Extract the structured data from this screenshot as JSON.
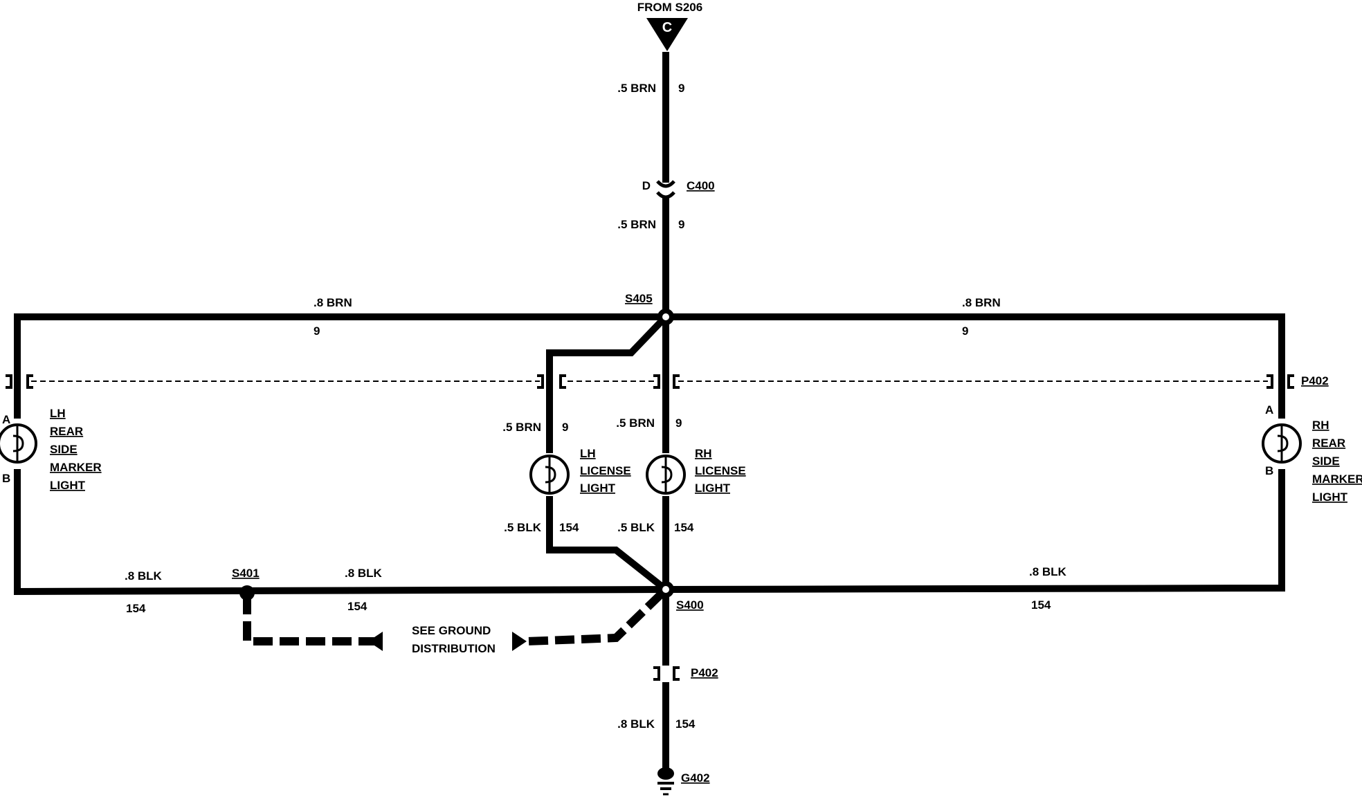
{
  "source": {
    "label": "FROM S206",
    "connector": "C"
  },
  "wires": {
    "feed_top": {
      "size": ".5 BRN",
      "circuit": "9"
    },
    "feed_mid": {
      "size": ".5 BRN",
      "circuit": "9"
    },
    "left_top": {
      "size": ".8  BRN",
      "circuit": "9"
    },
    "right_top": {
      "size": ".8  BRN",
      "circuit": "9"
    },
    "lh_license_feed": {
      "size": ".5 BRN",
      "circuit": "9"
    },
    "rh_license_feed": {
      "size": ".5 BRN",
      "circuit": "9"
    },
    "lh_license_gnd": {
      "size": ".5 BLK",
      "circuit": "154"
    },
    "rh_license_gnd": {
      "size": ".5 BLK",
      "circuit": "154"
    },
    "left_bottom_outer": {
      "size": ".8 BLK",
      "circuit": "154"
    },
    "left_bottom_inner": {
      "size": ".8 BLK",
      "circuit": "154"
    },
    "right_bottom": {
      "size": ".8 BLK",
      "circuit": "154"
    },
    "ground_feed": {
      "size": ".8 BLK",
      "circuit": "154"
    }
  },
  "connectors": {
    "c400": {
      "name": "C400",
      "pin": "D"
    },
    "p402_right": {
      "name": "P402"
    },
    "p402_bottom": {
      "name": "P402"
    }
  },
  "splices": {
    "s405": "S405",
    "s400": "S400",
    "s401": "S401"
  },
  "ground": {
    "name": "G402"
  },
  "ground_note": {
    "line1": "SEE GROUND",
    "line2": "DISTRIBUTION"
  },
  "components": {
    "lh_marker": {
      "lines": [
        "LH",
        "REAR",
        "SIDE",
        "MARKER",
        "LIGHT"
      ],
      "pin_top": "A",
      "pin_bottom": "B"
    },
    "lh_license": {
      "lines": [
        "LH",
        "LICENSE",
        "LIGHT"
      ]
    },
    "rh_license": {
      "lines": [
        "RH",
        "LICENSE",
        "LIGHT"
      ]
    },
    "rh_marker": {
      "lines": [
        "RH",
        "REAR",
        "SIDE",
        "MARKER",
        "LIGHT"
      ],
      "pin_top": "A",
      "pin_bottom": "B"
    }
  }
}
